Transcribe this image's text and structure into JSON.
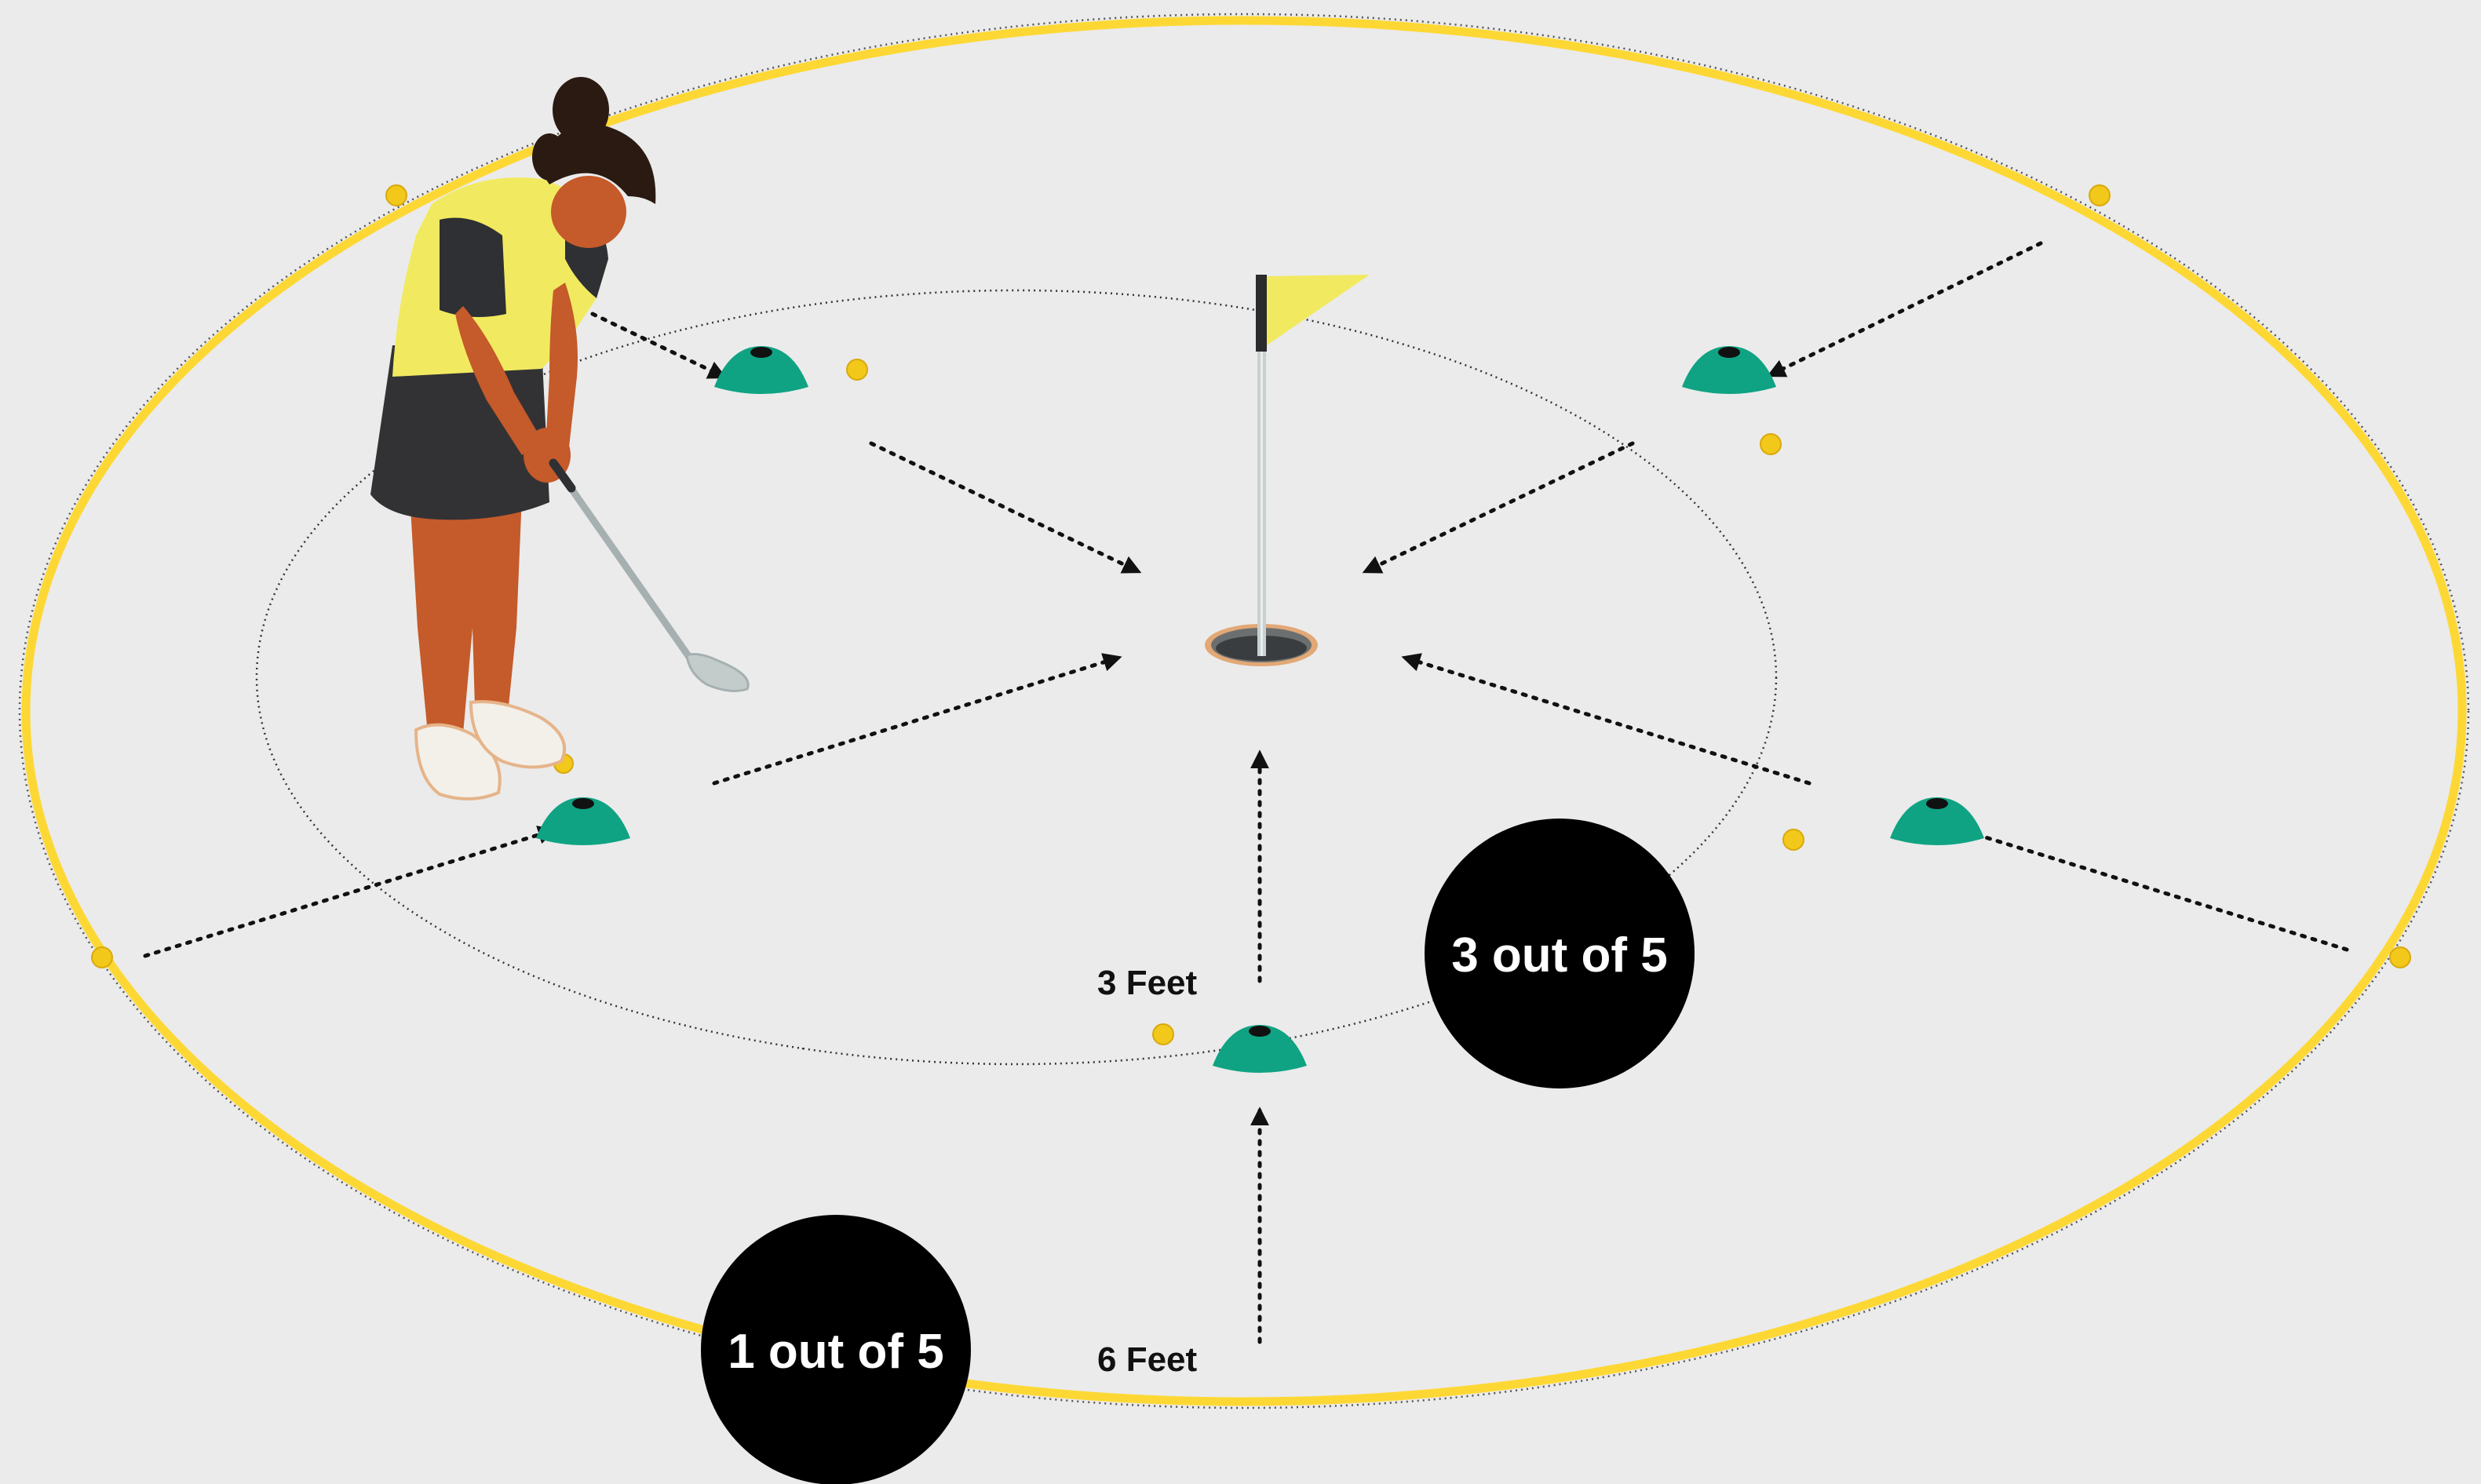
{
  "labels": {
    "inner_distance": "3 Feet",
    "outer_distance": "6 Feet"
  },
  "badges": {
    "inner_score": "3 out of 5",
    "outer_score": "1 out of 5"
  },
  "colors": {
    "background": "#ebebeb",
    "outer_ring": "#fdd835",
    "cone": "#0fa383",
    "ball": "#f2c81b",
    "flag": "#f1ea60",
    "badge": "#000000",
    "badge_text": "#ffffff",
    "arrow": "#111111"
  },
  "icons": {
    "player": "golfer-figure",
    "hole": "golf-hole",
    "flag": "golf-flag",
    "marker": "training-cone",
    "ball": "golf-ball"
  }
}
